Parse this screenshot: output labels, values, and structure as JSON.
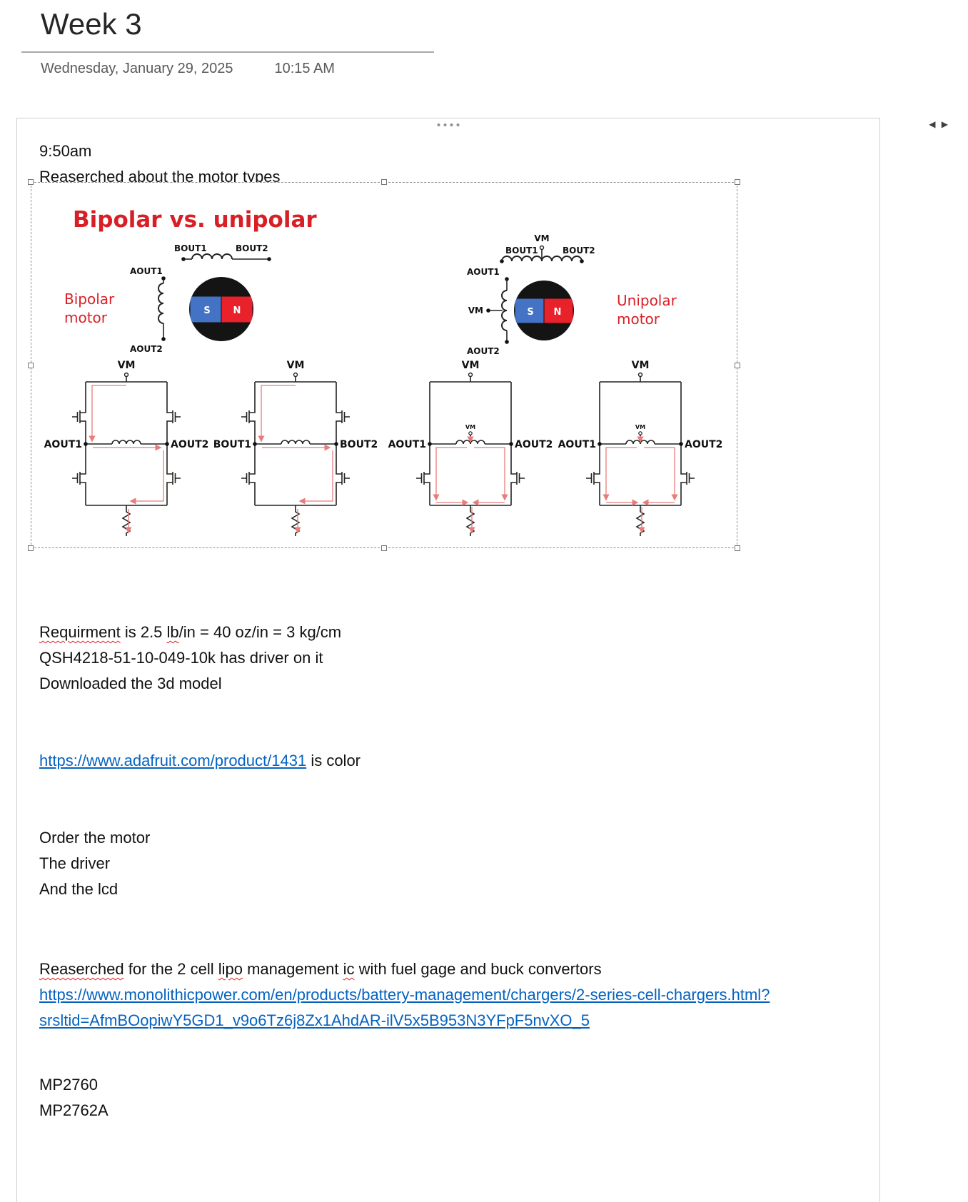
{
  "page": {
    "title": "Week 3",
    "date": "Wednesday, January 29, 2025",
    "time": "10:15 AM"
  },
  "nav": {
    "prev": "◀",
    "next": "▶"
  },
  "note": {
    "time_line": "9:50am",
    "research_line": {
      "word1": "Reaserched",
      "rest": " about the motor types"
    },
    "diagram": {
      "title": "Bipolar vs. unipolar",
      "bipolar_label_1": "Bipolar",
      "bipolar_label_2": "motor",
      "unipolar_label_1": "Unipolar",
      "unipolar_label_2": "motor",
      "vm": "VM",
      "aout1": "AOUT1",
      "aout2": "AOUT2",
      "bout1": "BOUT1",
      "bout2": "BOUT2",
      "south": "S",
      "north": "N",
      "colors": {
        "title_red": "#d91f26",
        "magnet_blue": "#4472c4",
        "magnet_red": "#e8212a",
        "current_red": "#e87c7c"
      }
    },
    "p1": {
      "s1": "Requirment",
      "s2": " is 2.5 ",
      "s3": "lb",
      "s4": "/in = 40 oz/in = 3 kg/cm"
    },
    "p2": "QSH4218-51-10-049-10k has driver on it",
    "p3": "Downloaded the 3d model",
    "p4": {
      "link": "https://www.adafruit.com/product/1431",
      "rest": " is color"
    },
    "p5": "Order the motor",
    "p6": "The driver",
    "p7": "And the lcd",
    "p8": {
      "s1": "Reaserched",
      "s2": " for the 2 cell ",
      "s3": "lipo",
      "s4": " management ",
      "s5": "ic",
      "s6": " with fuel gage and buck convertors"
    },
    "p9": {
      "link": "https://www.monolithicpower.com/en/products/battery-management/chargers/2-series-cell-chargers.html?srsltid=AfmBOopiwY5GD1_v9o6Tz6j8Zx1AhdAR-ilV5x5B953N3YFpF5nvXO_5"
    },
    "p10": "MP2760",
    "p11": "MP2762A"
  }
}
